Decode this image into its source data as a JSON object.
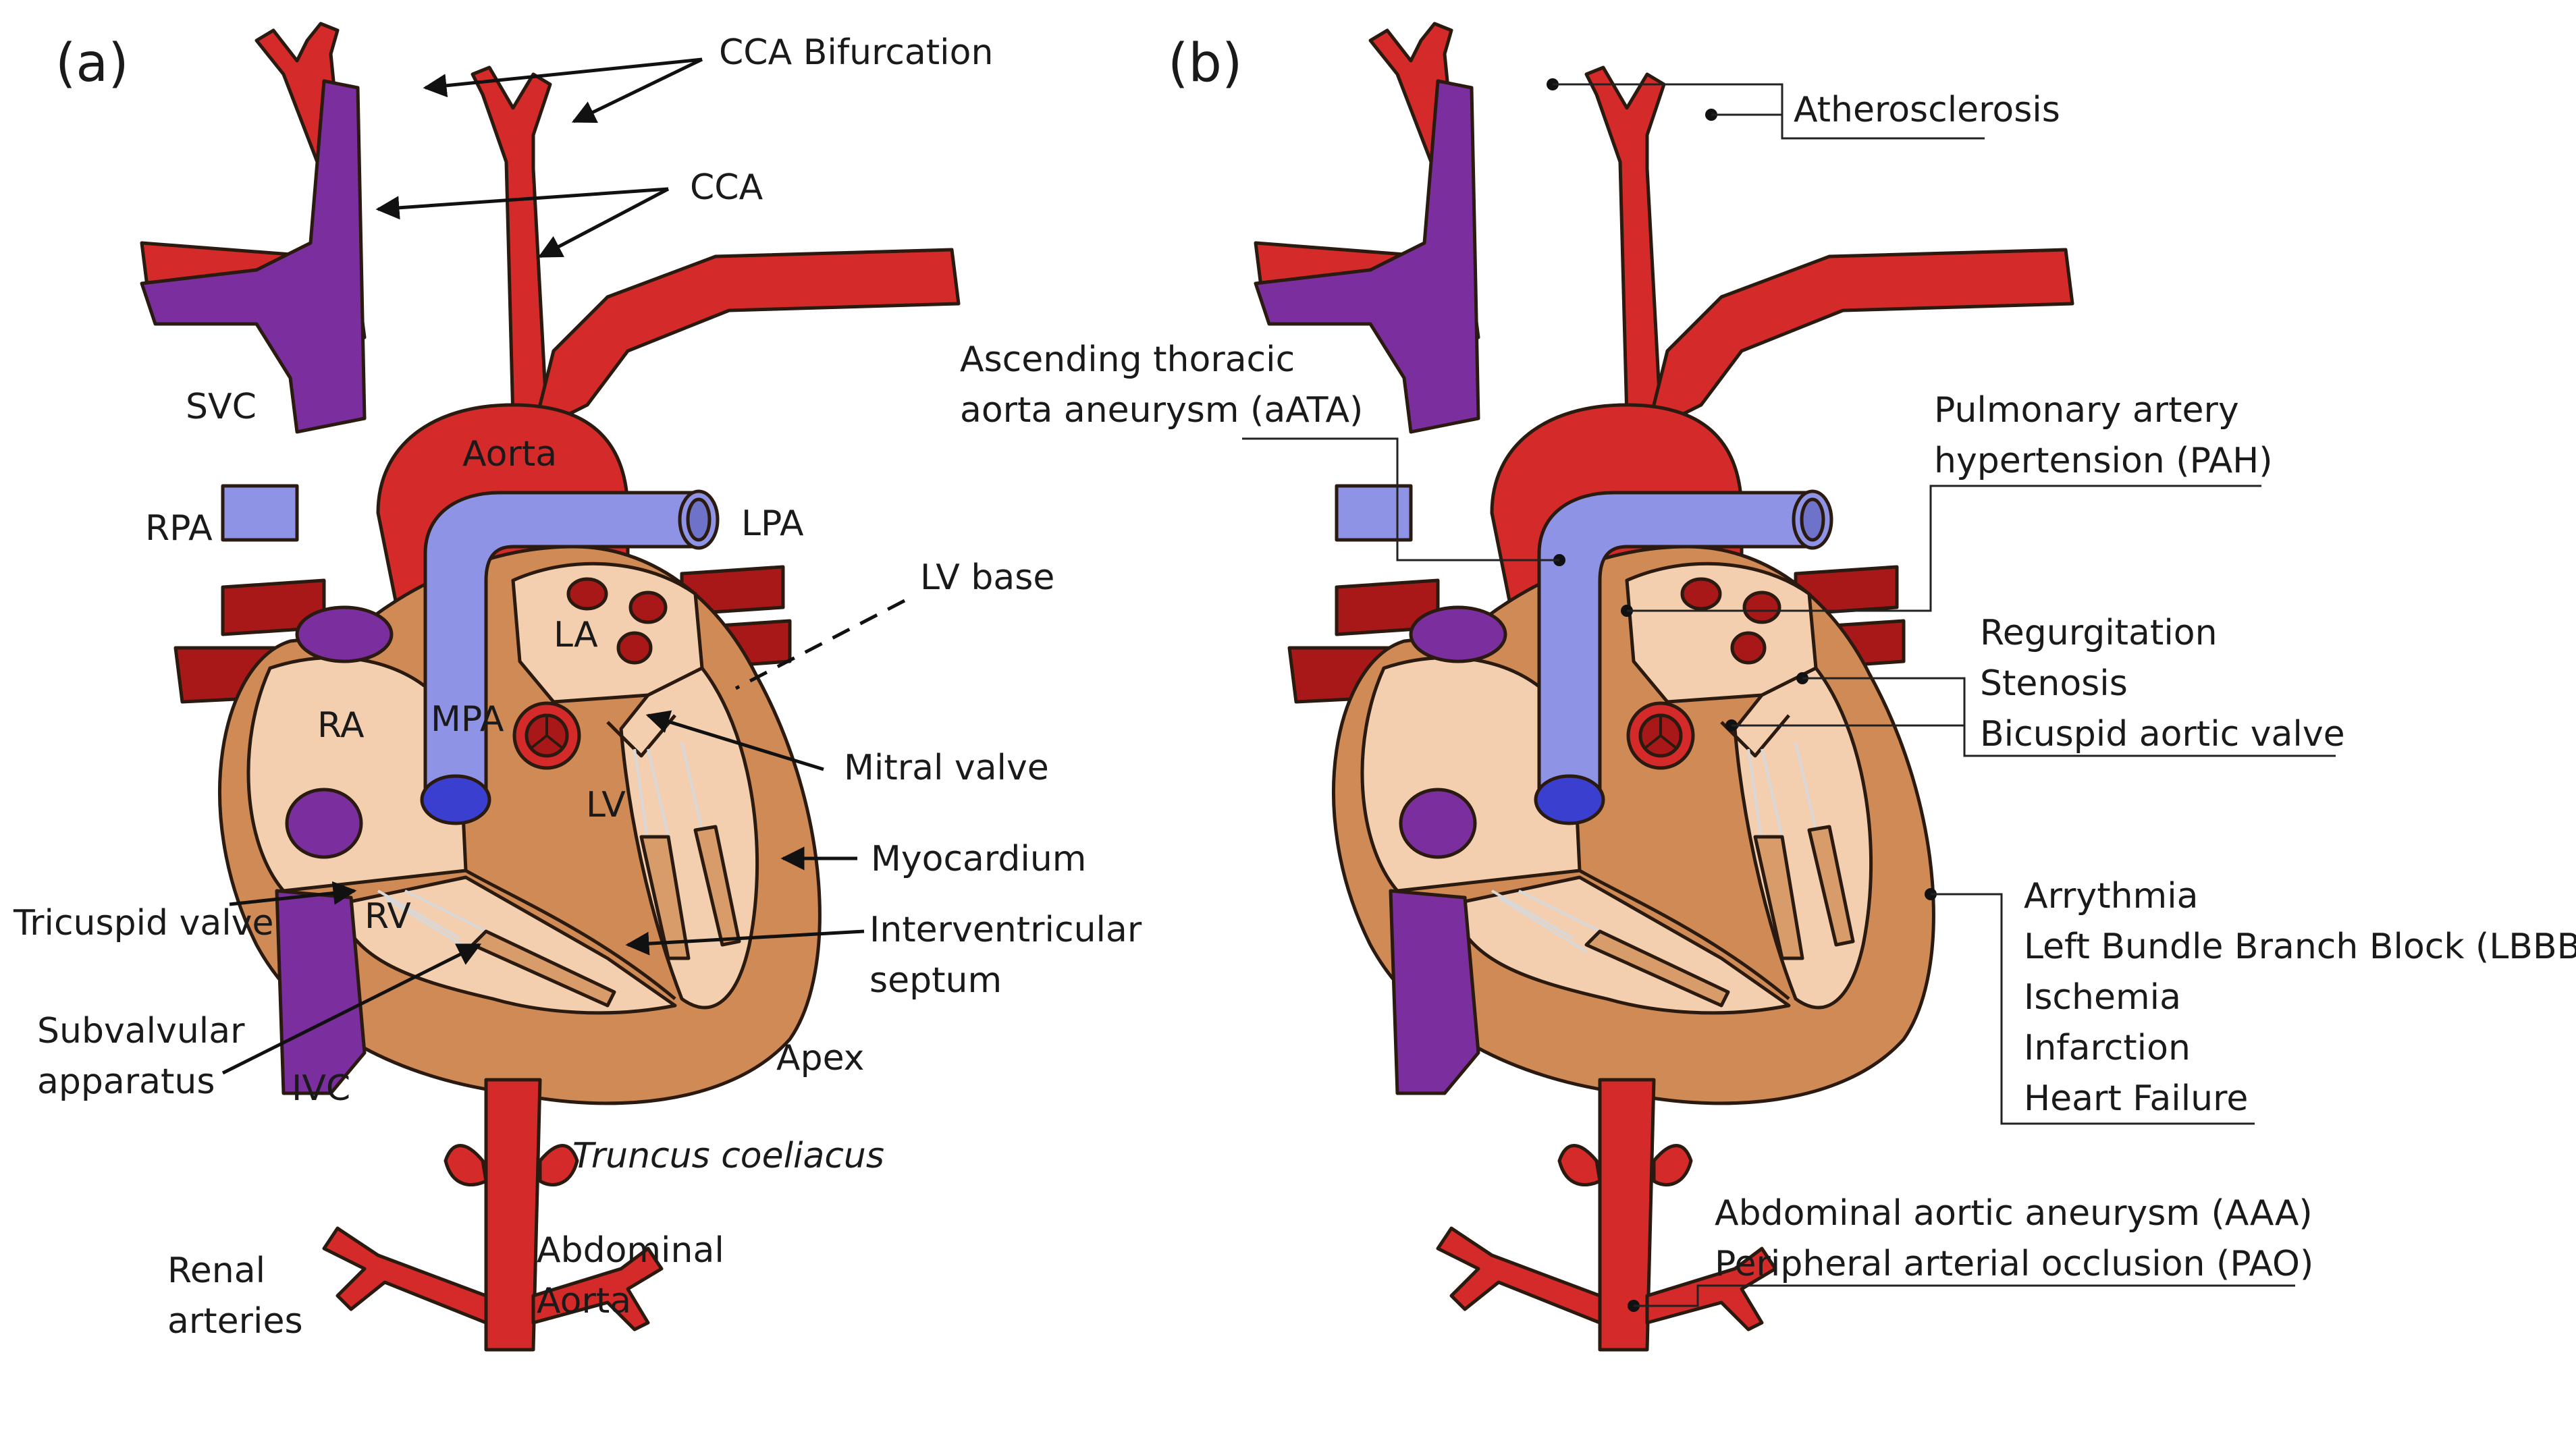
{
  "panels": {
    "a": "(a)",
    "b": "(b)"
  },
  "labels_a": {
    "cca_bifurcation": "CCA Bifurcation",
    "cca": "CCA",
    "svc": "SVC",
    "aorta": "Aorta",
    "rpa": "RPA",
    "lpa": "LPA",
    "lv_base": "LV base",
    "la": "LA",
    "ra": "RA",
    "mpa": "MPA",
    "mitral_valve": "Mitral valve",
    "lv": "LV",
    "myocardium": "Myocardium",
    "tricuspid_valve": "Tricuspid valve",
    "rv": "RV",
    "interventricular_1": "Interventricular",
    "interventricular_2": "septum",
    "subvalvular_1": "Subvalvular",
    "subvalvular_2": "apparatus",
    "ivc": "IVC",
    "apex": "Apex",
    "truncus": "Truncus coeliacus",
    "renal_1": "Renal",
    "renal_2": "arteries",
    "abdominal_1": "Abdominal",
    "abdominal_2": "Aorta"
  },
  "labels_b": {
    "atherosclerosis": "Atherosclerosis",
    "aata_1": "Ascending thoracic",
    "aata_2": "aorta aneurysm (aATA)",
    "pah_1": "Pulmonary artery",
    "pah_2": "hypertension (PAH)",
    "regurgitation": "Regurgitation",
    "stenosis": "Stenosis",
    "bicuspid": "Bicuspid aortic valve",
    "arrythmia": "Arrythmia",
    "lbbb": "Left Bundle Branch Block (LBBB)",
    "ischemia": "Ischemia",
    "infarction": "Infarction",
    "heart_failure": "Heart Failure",
    "aaa": "Abdominal aortic aneurysm (AAA)",
    "pao": "Peripheral arterial occlusion (PAO)"
  },
  "colors": {
    "artery": "#d42a2a",
    "artery_dark": "#a81818",
    "vein": "#7b2e9e",
    "pulmonary": "#8f93e6",
    "myocardium": "#cf8a55",
    "chamber": "#f3cfb0",
    "outline": "#2a1a10"
  }
}
